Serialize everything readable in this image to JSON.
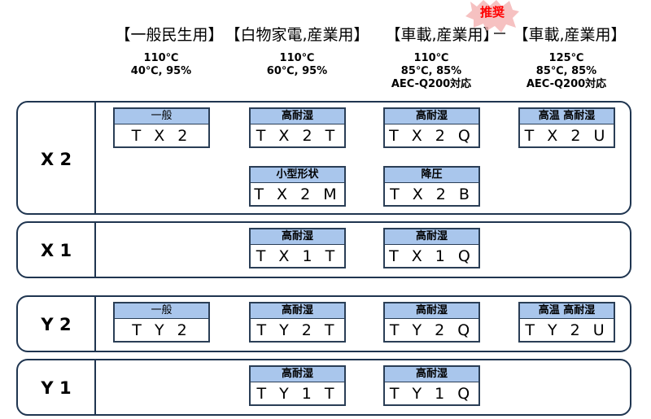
{
  "columns": [
    {
      "title": "【一般民生用】",
      "spec": [
        "110℃",
        "40℃, 95%"
      ]
    },
    {
      "title": "【白物家電,産業用】",
      "spec": [
        "110℃",
        "60℃, 95%"
      ]
    },
    {
      "title": "【車載,産業用】",
      "spec": [
        "110℃",
        "85℃, 85%",
        "AEC-Q200対応"
      ]
    },
    {
      "title": "【車載,産業用】",
      "spec": [
        "125℃",
        "85℃, 85%",
        "AEC-Q200対応"
      ]
    }
  ],
  "recommend_badge": "推奨",
  "colors": {
    "tag_fill": "#a9c6ec",
    "border": "#1f3550",
    "badge_text": "#ff0000",
    "badge_fill": "#f4b6b6"
  },
  "rows": [
    {
      "label": "X 2",
      "products": [
        {
          "tag": "一般",
          "name": "T X 2"
        },
        {
          "tag": "高耐湿",
          "name": "T X 2 T"
        },
        {
          "tag": "高耐湿",
          "name": "T X 2 Q"
        },
        {
          "tag": "高温 高耐湿",
          "name": "T X 2 U"
        },
        {
          "tag": "小型形状",
          "name": "T X 2 M"
        },
        {
          "tag": "降圧",
          "name": "T X 2 B"
        }
      ]
    },
    {
      "label": "X 1",
      "products": [
        {
          "tag": "高耐湿",
          "name": "T X 1 T"
        },
        {
          "tag": "高耐湿",
          "name": "T X 1 Q"
        }
      ]
    },
    {
      "label": "Y 2",
      "products": [
        {
          "tag": "一般",
          "name": "T Y 2"
        },
        {
          "tag": "高耐湿",
          "name": "T Y 2 T"
        },
        {
          "tag": "高耐湿",
          "name": "T Y 2 Q"
        },
        {
          "tag": "高温 高耐湿",
          "name": "T Y 2 U"
        }
      ]
    },
    {
      "label": "Y 1",
      "products": [
        {
          "tag": "高耐湿",
          "name": "T Y 1 T"
        },
        {
          "tag": "高耐湿",
          "name": "T Y 1 Q"
        }
      ]
    }
  ]
}
